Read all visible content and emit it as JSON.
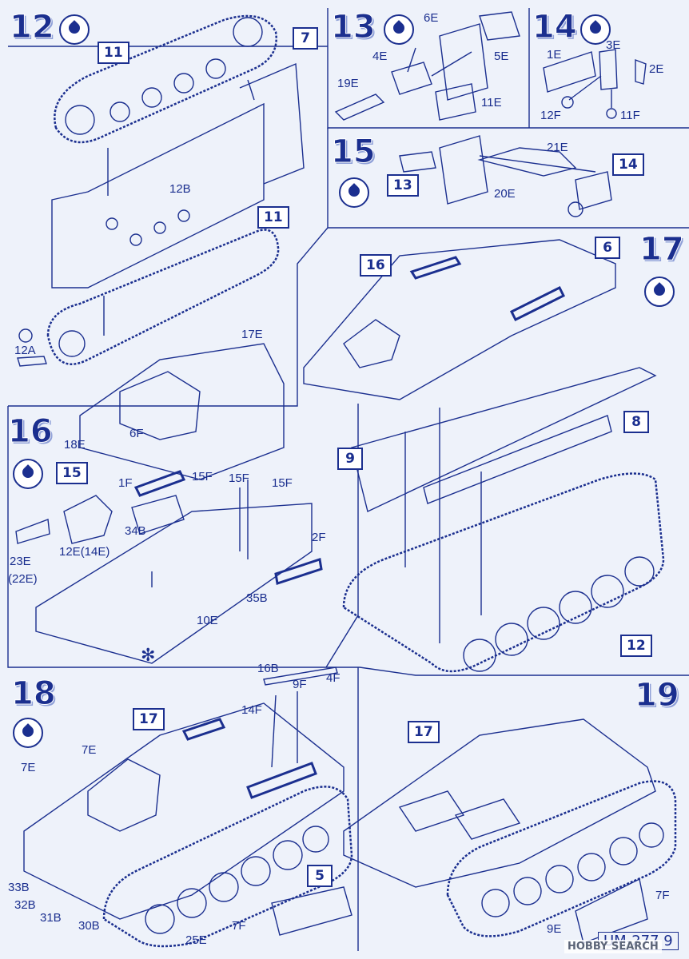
{
  "steps": {
    "s12": "12",
    "s13": "13",
    "s14": "14",
    "s15": "15",
    "s16": "16",
    "s17": "17",
    "s18": "18",
    "s19": "19"
  },
  "refs": {
    "r11a": "11",
    "r7": "7",
    "r11b": "11",
    "r14": "14",
    "r13": "13",
    "r15": "15",
    "r16": "16",
    "r6": "6",
    "r9": "9",
    "r8": "8",
    "r12": "12",
    "r17a": "17",
    "r17b": "17",
    "r5": "5"
  },
  "labels": {
    "l_12B": "12B",
    "l_12A": "12A",
    "l_6E": "6E",
    "l_4E": "4E",
    "l_5E": "5E",
    "l_19E": "19E",
    "l_11E": "11E",
    "l_1E": "1E",
    "l_3E": "3E",
    "l_2E": "2E",
    "l_12F": "12F",
    "l_11F": "11F",
    "l_21E": "21E",
    "l_20E": "20E",
    "l_17E": "17E",
    "l_6F": "6F",
    "l_18E": "18E",
    "l_1F": "1F",
    "l_15Fa": "15F",
    "l_15Fb": "15F",
    "l_15Fc": "15F",
    "l_34B": "34B",
    "l_2F": "2F",
    "l_12E14E": "12E(14E)",
    "l_23E": "23E",
    "l_22E": "(22E)",
    "l_35B": "35B",
    "l_10E": "10E",
    "l_16B": "16B",
    "l_9F": "9F",
    "l_4F": "4F",
    "l_14F": "14F",
    "l_7Ea": "7E",
    "l_7Eb": "7E",
    "l_33B": "33B",
    "l_32B": "32B",
    "l_31B": "31B",
    "l_30B": "30B",
    "l_25E": "25E",
    "l_7Fa": "7F",
    "l_7Fb": "7F",
    "l_9E": "9E"
  },
  "icons": {
    "paint": "paint-drop-icon",
    "asterisk": "asterisk-icon"
  },
  "footer": {
    "code": "UM-277 9",
    "watermark": "HOBBY SEARCH"
  },
  "colors": {
    "ink": "#1b2f8f",
    "paper": "#eef2fa"
  }
}
